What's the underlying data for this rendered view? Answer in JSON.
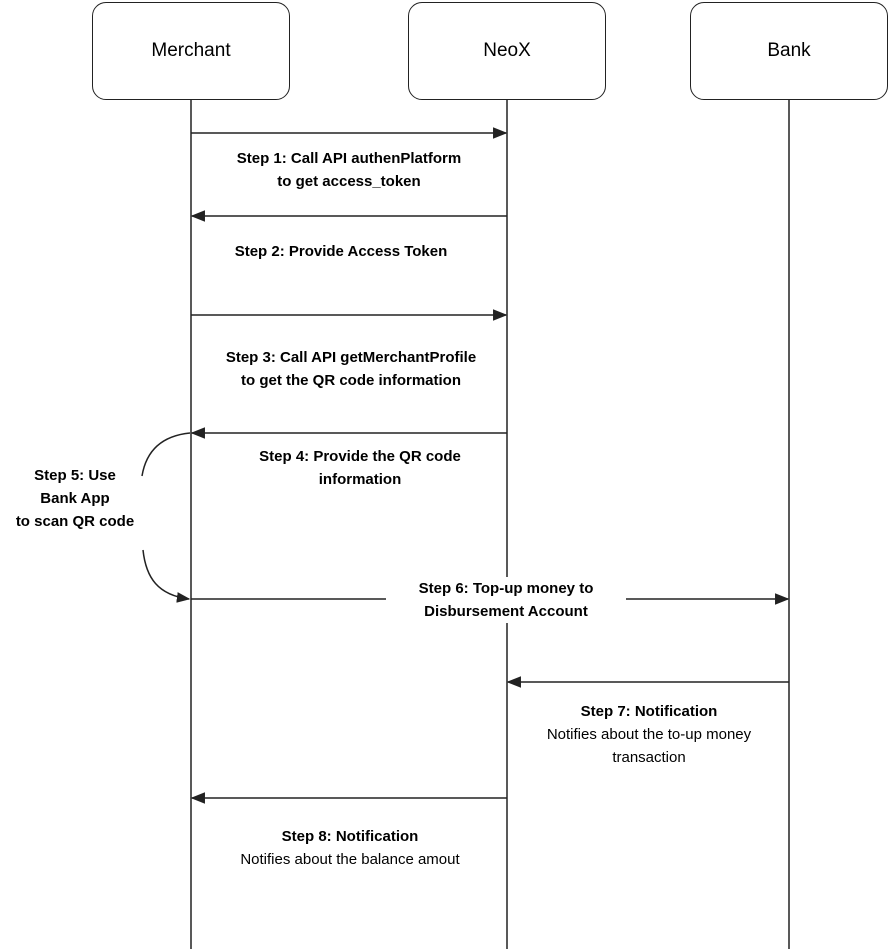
{
  "actors": {
    "merchant": "Merchant",
    "neox": "NeoX",
    "bank": "Bank"
  },
  "steps": {
    "step1": {
      "line1": "Step 1: Call API authenPlatform",
      "line2": "to get access_token"
    },
    "step2": {
      "line1": "Step 2: Provide Access Token"
    },
    "step3": {
      "line1": "Step 3:  Call API getMerchantProfile",
      "line2": "to get the QR code information"
    },
    "step4": {
      "line1": "Step 4: Provide the QR code",
      "line2": "information"
    },
    "step5": {
      "line1": "Step 5: Use",
      "line2": "Bank App",
      "line3": "to scan QR code"
    },
    "step6": {
      "line1": "Step 6: Top-up money to",
      "line2": "Disbursement Account"
    },
    "step7": {
      "title": "Step 7: Notification",
      "line1": "Notifies about the to-up money",
      "line2": "transaction"
    },
    "step8": {
      "title": "Step 8: Notification",
      "line1": "Notifies about the balance amout"
    }
  },
  "colors": {
    "line": "#222222"
  }
}
